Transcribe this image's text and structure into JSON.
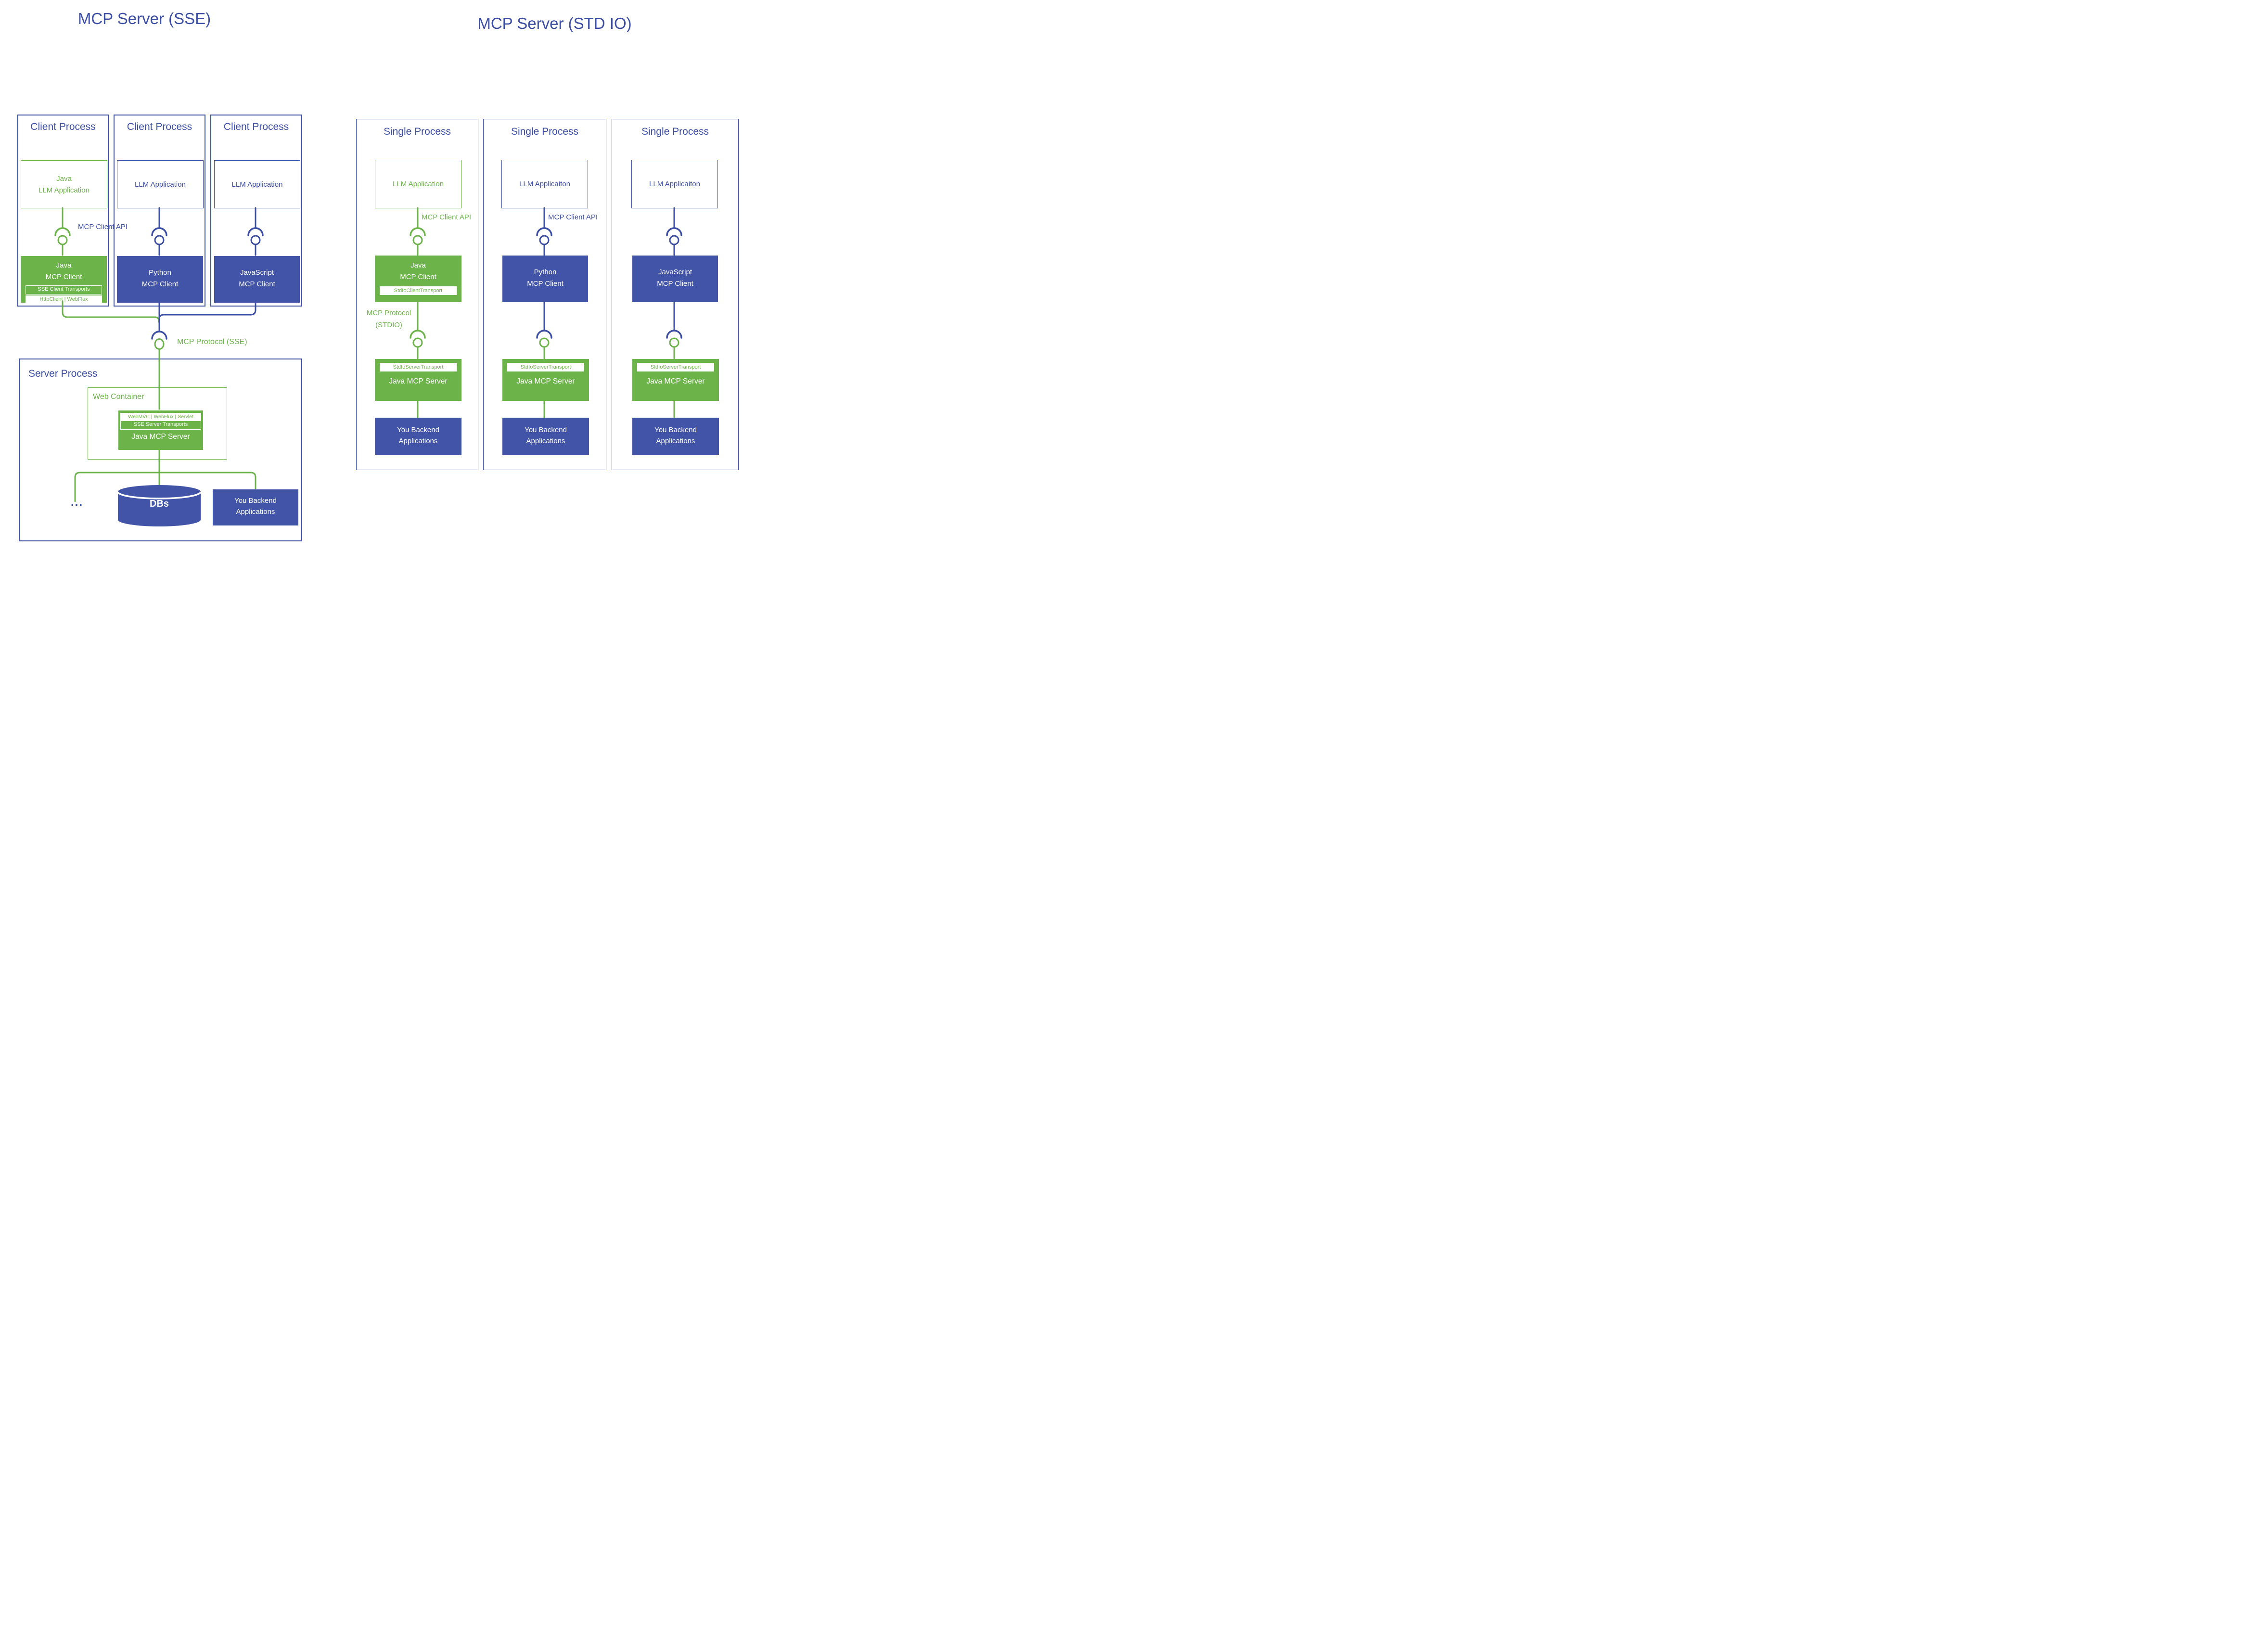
{
  "colors": {
    "blue_fill": "#4254a7",
    "blue_line": "#3c4da4",
    "green": "#6cb449"
  },
  "left": {
    "title": "MCP Server (SSE)",
    "client_api_label": "MCP Client API",
    "protocol_label": "MCP Protocol (SSE)",
    "processes": [
      {
        "title": "Client Process",
        "app_line1": "Java",
        "app_line2": "LLM Application",
        "client_line1": "Java",
        "client_line2": "MCP Client",
        "transport": "SSE Client Transports",
        "impls": "HttpClient | WebFlux"
      },
      {
        "title": "Client Process",
        "app_line1": "LLM Application",
        "client_line1": "Python",
        "client_line2": "MCP Client"
      },
      {
        "title": "Client Process",
        "app_line1": "LLM Application",
        "client_line1": "JavaScript",
        "client_line2": "MCP Client"
      }
    ],
    "server": {
      "title": "Server Process",
      "container_label": "Web Container",
      "frameworks": "WebMVC | WebFlux | Servlet",
      "transport": "SSE Server Transports",
      "server_name": "Java MCP Server",
      "ellipsis": "...",
      "db_label": "DBs",
      "backend_line1": "You Backend",
      "backend_line2": "Applications"
    }
  },
  "right": {
    "title": "MCP Server (STD IO)",
    "protocol_line1": "MCP Protocol",
    "protocol_line2": "(STDIO)",
    "processes": [
      {
        "title": "Single Process",
        "app": "LLM Application",
        "api_label": "MCP Client API",
        "client_line1": "Java",
        "client_line2": "MCP Client",
        "client_transport": "StdIoClientTransport",
        "server_transport": "StdIoServerTransport",
        "server_name": "Java MCP Server",
        "backend_line1": "You Backend",
        "backend_line2": "Applications"
      },
      {
        "title": "Single Process",
        "app": "LLM Applicaiton",
        "api_label": "MCP Client API",
        "client_line1": "Python",
        "client_line2": "MCP Client",
        "server_transport": "StdIoServerTransport",
        "server_name": "Java MCP Server",
        "backend_line1": "You Backend",
        "backend_line2": "Applications"
      },
      {
        "title": "Single Process",
        "app": "LLM Applicaiton",
        "client_line1": "JavaScript",
        "client_line2": "MCP Client",
        "server_transport": "StdIoServerTransport",
        "server_name": "Java MCP Server",
        "backend_line1": "You Backend",
        "backend_line2": "Applications"
      }
    ]
  }
}
